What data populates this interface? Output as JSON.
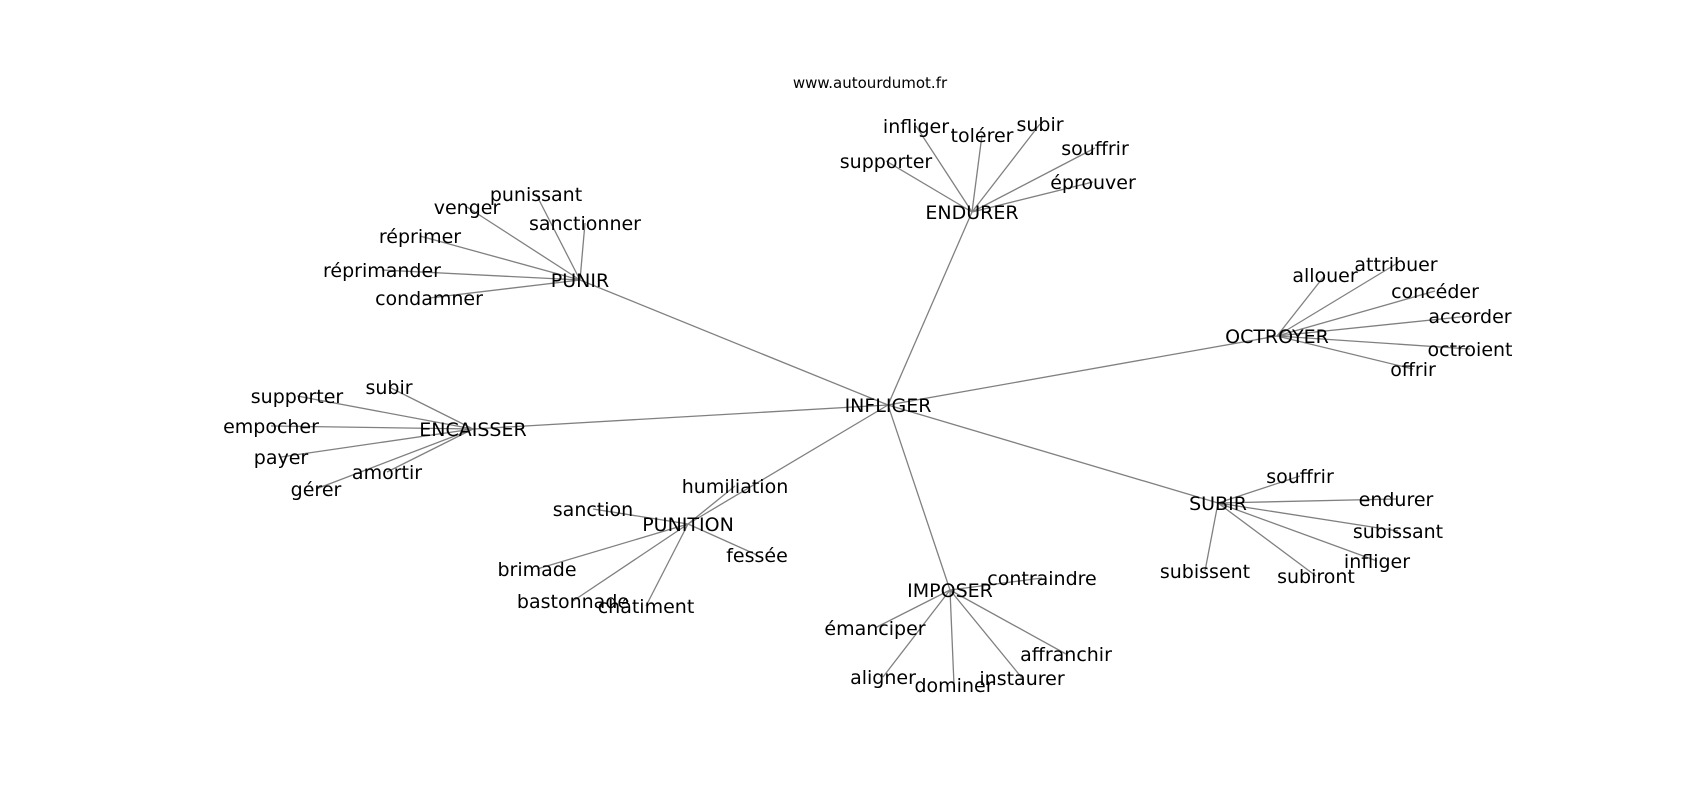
{
  "watermark": "www.autourdumot.fr",
  "graph": {
    "center": "INFLIGER",
    "hubs": [
      {
        "id": "ENDURER",
        "label": "ENDURER",
        "leaves": [
          "infliger",
          "tolérer",
          "subir",
          "souffrir",
          "supporter",
          "éprouver"
        ]
      },
      {
        "id": "PUNIR",
        "label": "PUNIR",
        "leaves": [
          "punissant",
          "venger",
          "sanctionner",
          "réprimer",
          "réprimander",
          "condamner"
        ]
      },
      {
        "id": "OCTROYER",
        "label": "OCTROYER",
        "leaves": [
          "allouer",
          "attribuer",
          "concéder",
          "accorder",
          "octroient",
          "offrir"
        ]
      },
      {
        "id": "ENCAISSER",
        "label": "ENCAISSER",
        "leaves": [
          "subir",
          "supporter",
          "empocher",
          "payer",
          "amortir",
          "gérer"
        ]
      },
      {
        "id": "PUNITION",
        "label": "PUNITION",
        "leaves": [
          "humiliation",
          "sanction",
          "fessée",
          "brimade",
          "bastonnade",
          "châtiment"
        ]
      },
      {
        "id": "SUBIR",
        "label": "SUBIR",
        "leaves": [
          "souffrir",
          "endurer",
          "subissant",
          "infliger",
          "subissent",
          "subiront"
        ]
      },
      {
        "id": "IMPOSER",
        "label": "IMPOSER",
        "leaves": [
          "contraindre",
          "émanciper",
          "affranchir",
          "aligner",
          "dominer",
          "instaurer"
        ]
      }
    ]
  }
}
